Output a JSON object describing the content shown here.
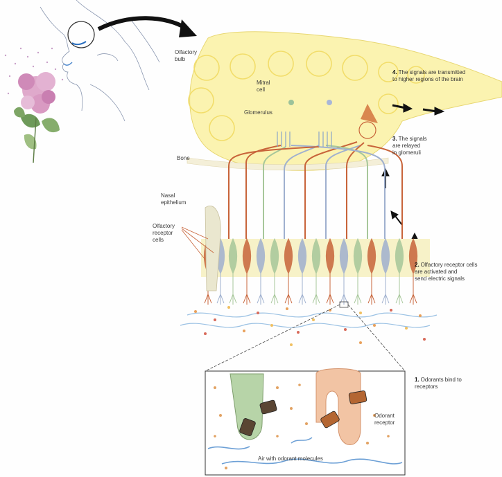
{
  "labels": {
    "olfactory_bulb": "Olfactory\nbulb",
    "mitral_cell": "Mitral\ncell",
    "glomerulus": "Glomerulus",
    "bone": "Bone",
    "nasal_epithelium": "Nasal\nepithelium",
    "receptor_cells": "Olfactory\nreceptor\ncells",
    "odorant_receptor": "Odorant\nreceptor",
    "air": "Air with odorant molecules"
  },
  "steps": [
    {
      "number": "1.",
      "text": "Odorants bind to\nreceptors"
    },
    {
      "number": "2.",
      "text": "Olfactory receptor cells\nare activated and\nsend electric signals"
    },
    {
      "number": "3.",
      "text": "The signals\nare relayed\nin glomeruli"
    },
    {
      "number": "4.",
      "text": "The signals are transmitted\nto higher regions of the brain"
    }
  ],
  "colors": {
    "bulb": "#fbf3b0",
    "epithelium": "#f7f2c8",
    "red_cell": "#c8643a",
    "green_cell": "#a7c79a",
    "blue_cell": "#9fb0cf",
    "flower": "#d99ac2"
  }
}
